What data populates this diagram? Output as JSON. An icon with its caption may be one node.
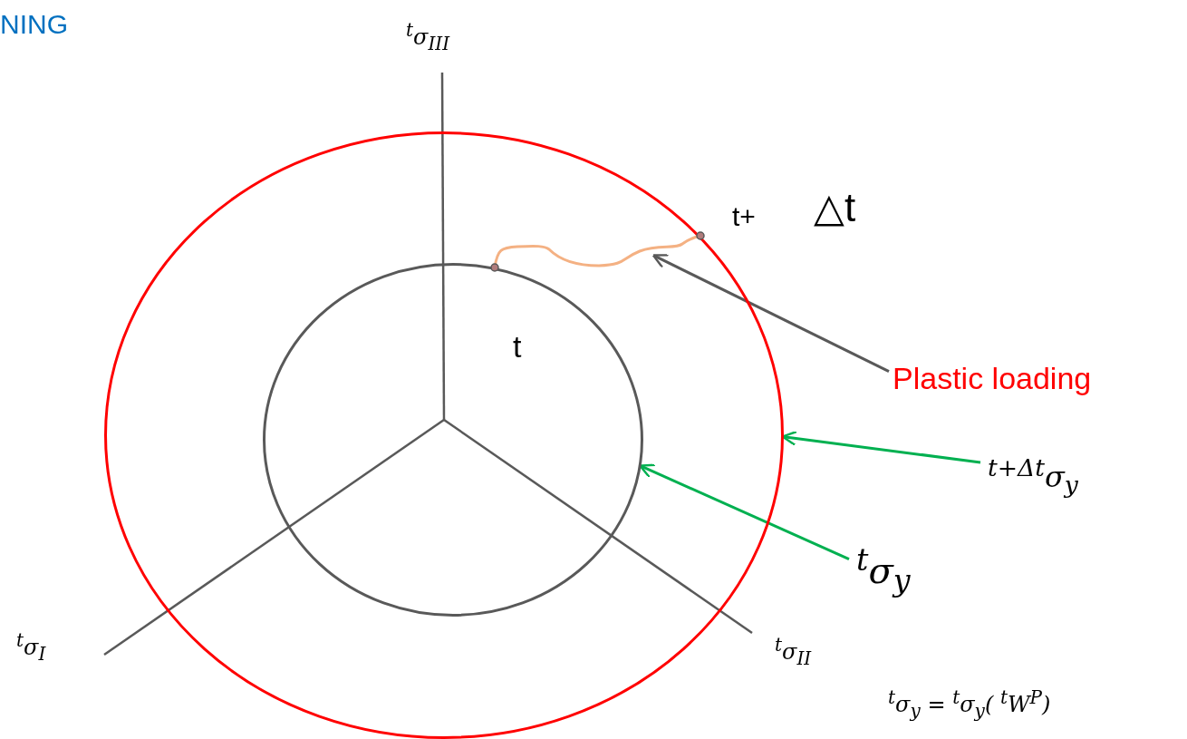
{
  "diagram": {
    "nodes": [
      {
        "text": [],
        "shape": "circle"
      },
      {
        "text": [],
        "shape": "circle",
        "in": 0
      },
      {
        "text": [],
        "shape": "picture",
        "in": 0
      },
      {
        "text": [
          "Plastic loading"
        ]
      },
      {
        "text": [
          "$^{t+Δt}$σ$_{y}$"
        ]
      },
      {
        "text": [
          "$^{t}$σ$_{y}$"
        ]
      }
    ],
    "edges": [
      {
        "from": 3,
        "to": 2,
        "arrow": "to",
        "color": "#595959"
      },
      {
        "from": 4,
        "to": 0,
        "arrow": "to",
        "color": "#00b050"
      },
      {
        "from": 5,
        "to": 1,
        "arrow": "to",
        "color": "#00b050"
      }
    ],
    "labels": [
      "NING",
      "$^{t}$σ$_{III}$",
      "t+",
      "△t",
      "t",
      "$^{t}$σ$_{I}$",
      "$^{t}$σ$_{II}$",
      "$^{t}$σ$_{y}$ = $^{t}$σ$_{y}$( $^{t}$W$^{P}$)"
    ]
  }
}
